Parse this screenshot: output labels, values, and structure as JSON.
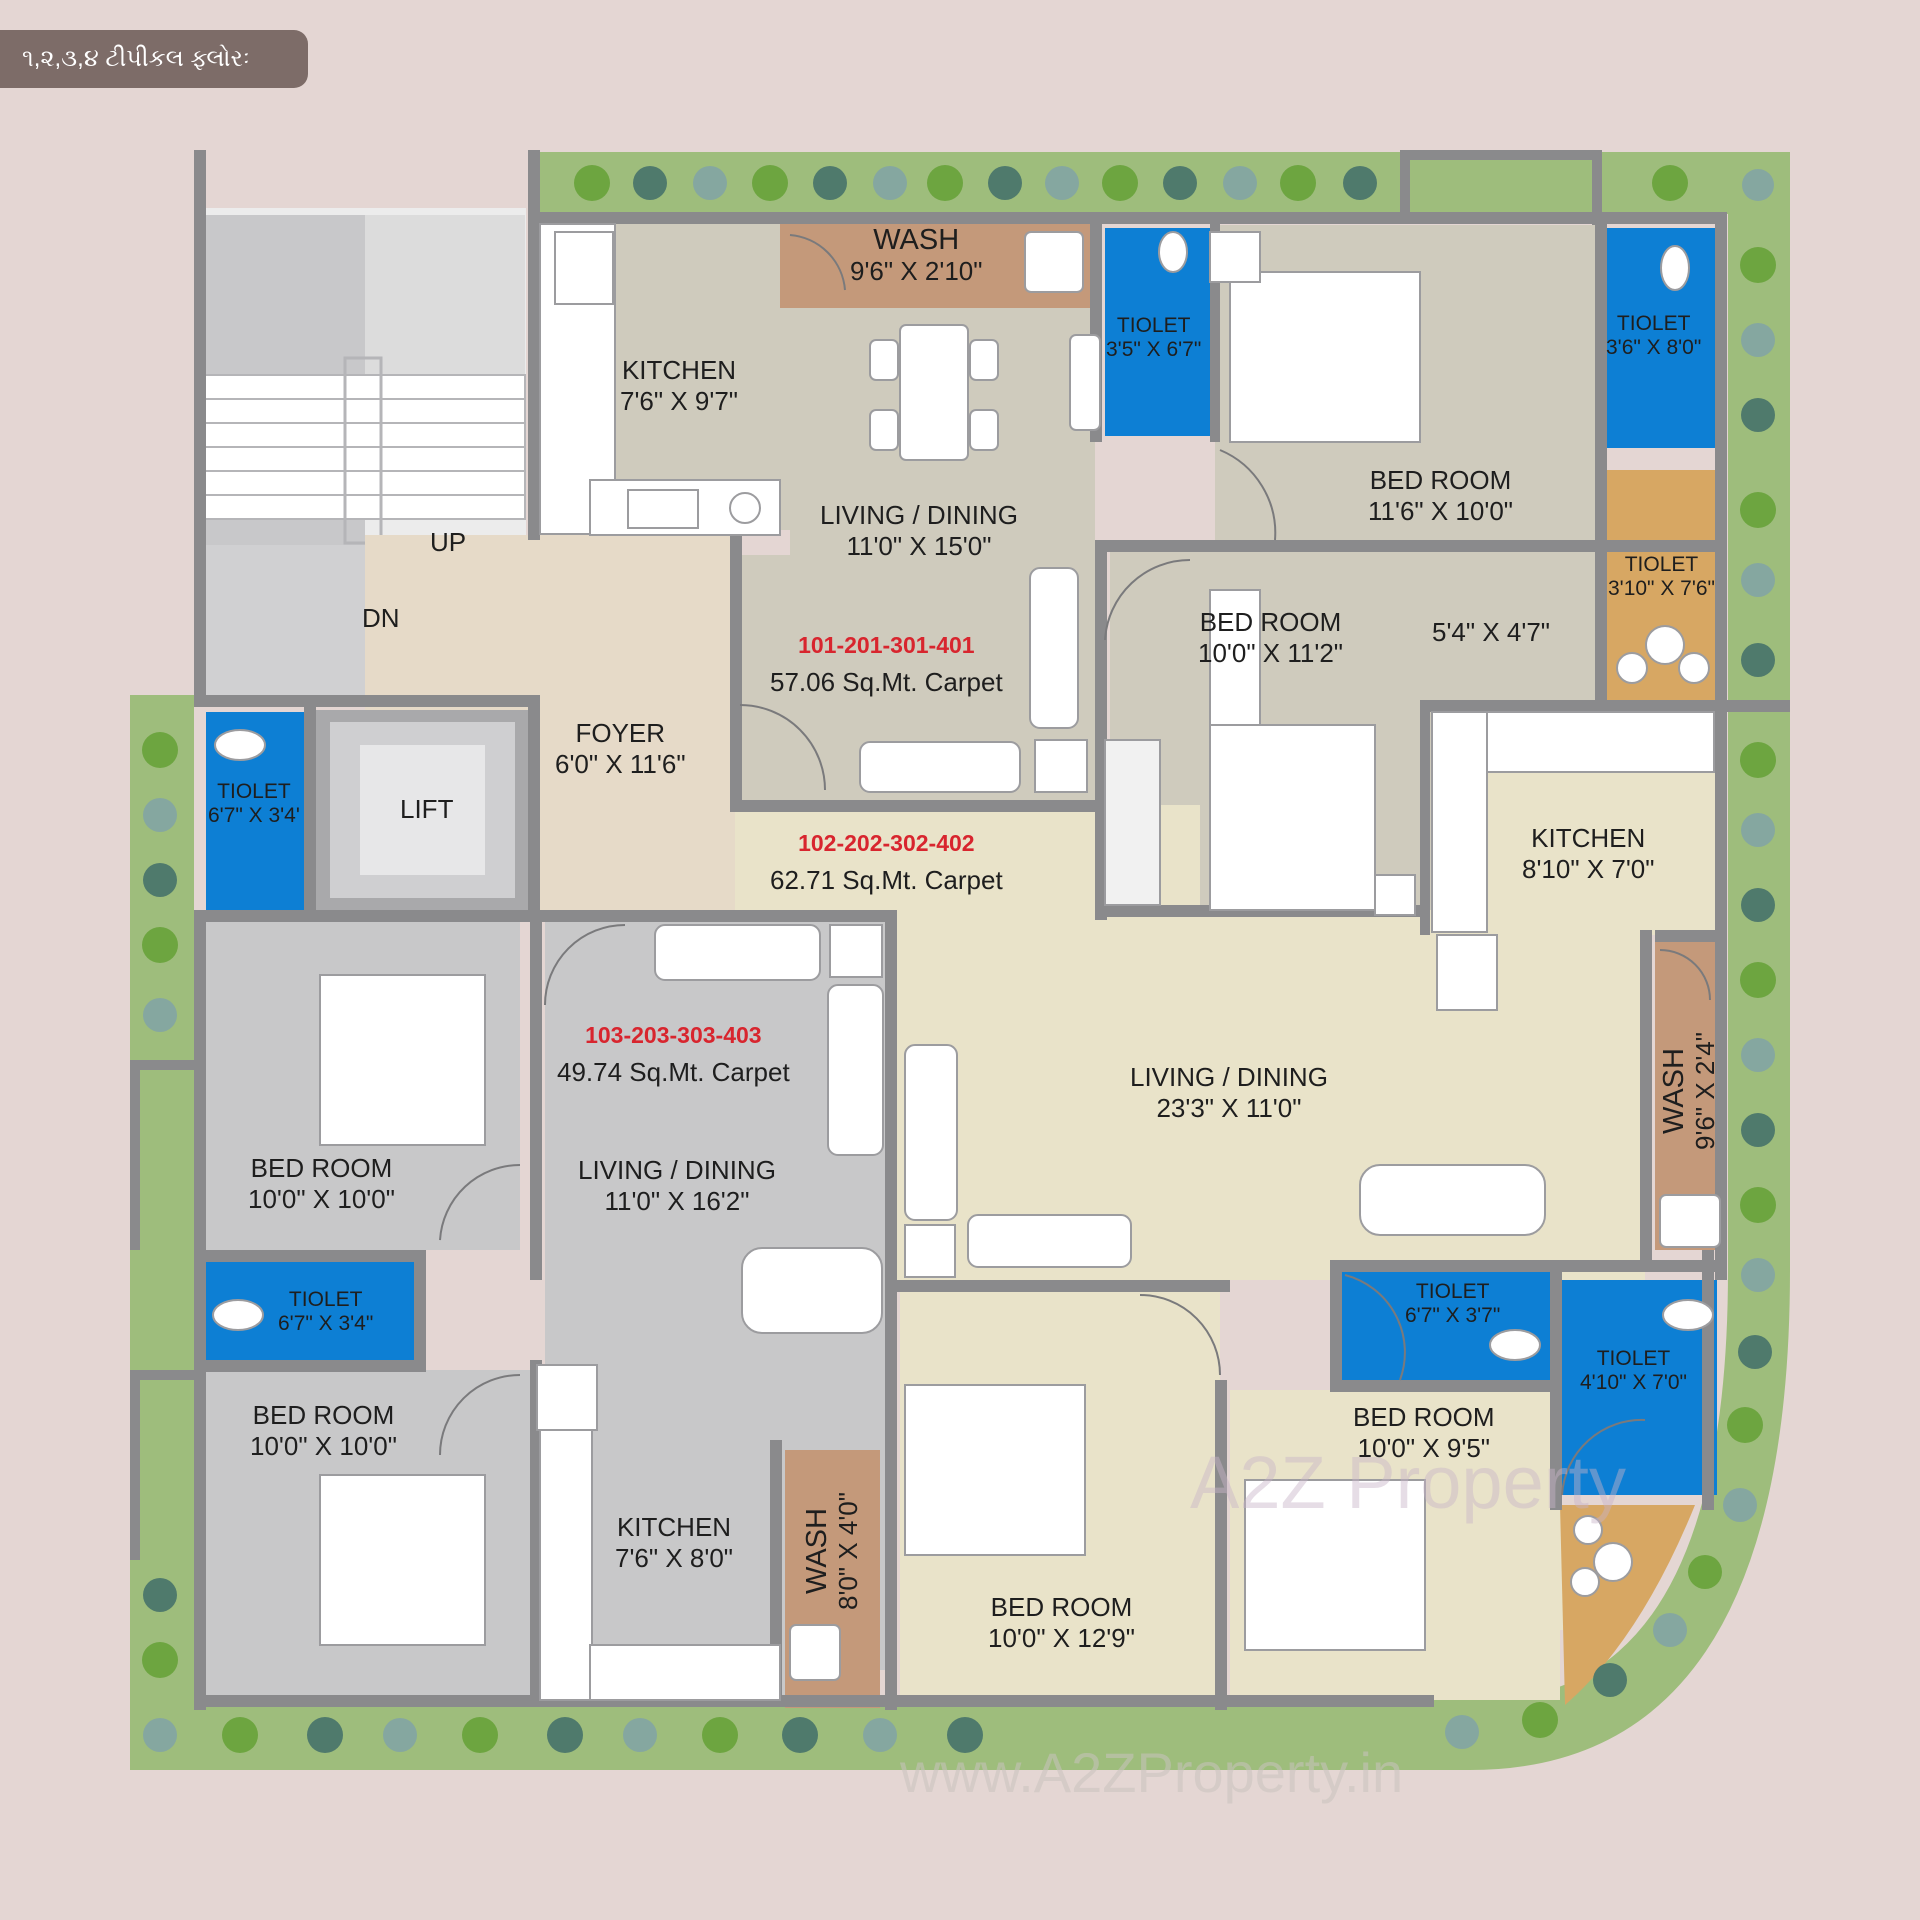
{
  "floor_tag": "૧,૨,૩,૪ ટીપીકલ ફ્લોરઃ",
  "stairs": {
    "up": "UP",
    "dn": "DN"
  },
  "lift": "LIFT",
  "foyer": {
    "name": "FOYER",
    "size": "6'0\" X 11'6\""
  },
  "units": [
    {
      "numbers": "101-201-301-401",
      "area": "57.06 Sq.Mt. Carpet"
    },
    {
      "numbers": "102-202-302-402",
      "area": "62.71 Sq.Mt. Carpet"
    },
    {
      "numbers": "103-203-303-403",
      "area": "49.74 Sq.Mt. Carpet"
    }
  ],
  "rooms": {
    "wash_top": {
      "name": "WASH",
      "size": "9'6\" X 2'10\""
    },
    "kitchen_1": {
      "name": "KITCHEN",
      "size": "7'6\" X 9'7\""
    },
    "living_1": {
      "name": "LIVING / DINING",
      "size": "11'0\" X 15'0\""
    },
    "toilet_1": {
      "name": "TIOLET",
      "size": "3'5\" X 6'7\""
    },
    "bed_1": {
      "name": "BED ROOM",
      "size": "11'6\" X 10'0\""
    },
    "toilet_2": {
      "name": "TIOLET",
      "size": "3'6\" X 8'0\""
    },
    "toilet_3": {
      "name": "TIOLET",
      "size": "3'10\" X 7'6\""
    },
    "bed_2": {
      "name": "BED ROOM",
      "size": "10'0\" X 11'2\""
    },
    "balcony_size": "5'4\" X 4'7\"",
    "kitchen_2": {
      "name": "KITCHEN",
      "size": "8'10\" X 7'0\""
    },
    "living_2": {
      "name": "LIVING / DINING",
      "size": "23'3\" X 11'0\""
    },
    "wash_right": {
      "name": "WASH",
      "size": "9'6\" X 2'4\""
    },
    "toilet_4": {
      "name": "TIOLET",
      "size": "6'7\" X 3'4'"
    },
    "bed_3": {
      "name": "BED ROOM",
      "size": "10'0\" X 10'0\""
    },
    "living_3": {
      "name": "LIVING / DINING",
      "size": "11'0\" X 16'2\""
    },
    "toilet_5": {
      "name": "TIOLET",
      "size": "6'7\" X 3'4\""
    },
    "bed_4": {
      "name": "BED ROOM",
      "size": "10'0\" X 10'0\""
    },
    "kitchen_3": {
      "name": "KITCHEN",
      "size": "7'6\" X 8'0\""
    },
    "wash_bottom": {
      "name": "WASH",
      "size": "8'0\" X 4'0\""
    },
    "bed_5": {
      "name": "BED ROOM",
      "size": "10'0\" X 12'9\""
    },
    "toilet_6": {
      "name": "TIOLET",
      "size": "6'7\" X 3'7\""
    },
    "toilet_7": {
      "name": "TIOLET",
      "size": "4'10\" X 7'0\""
    },
    "bed_6": {
      "name": "BED ROOM",
      "size": "10'0\" X 9'5\""
    }
  },
  "watermarks": {
    "logo": "A2Z Property",
    "url": "www.A2ZProperty.in"
  },
  "colors": {
    "background": "#e4d6d3",
    "wall": "#8a8a8c",
    "garden": "#9ebd7c",
    "toilet": "#0d7fd4",
    "wash": "#c4997a",
    "balcony": "#d7a763"
  }
}
